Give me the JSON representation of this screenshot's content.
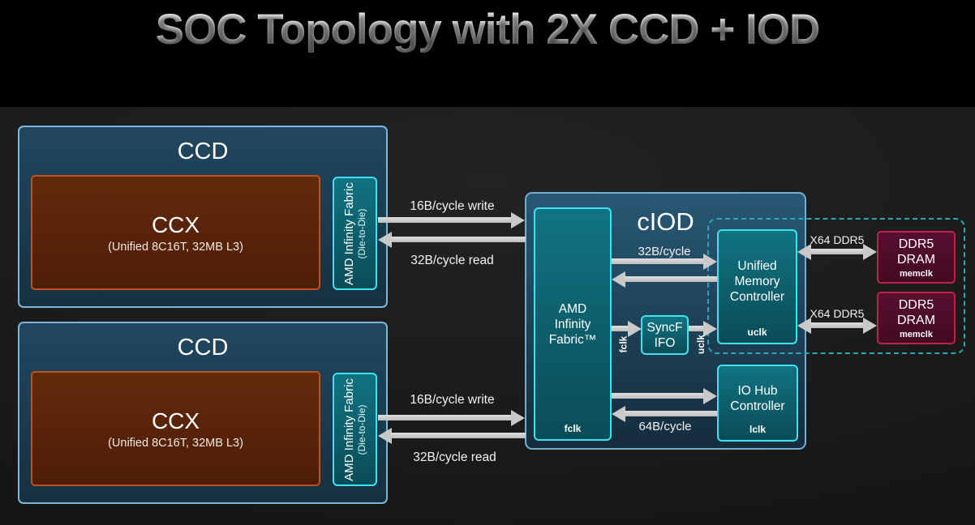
{
  "title": "SOC Topology with 2X CCD + IOD",
  "ccds": [
    {
      "label": "CCD",
      "ccx": {
        "label": "CCX",
        "sub": "(Unified 8C16T, 32MB L3)"
      },
      "fabric": {
        "label": "AMD Infinity Fabric",
        "sub": "(Die-to-Die)"
      },
      "write_label": "16B/cycle write",
      "read_label": "32B/cycle read"
    },
    {
      "label": "CCD",
      "ccx": {
        "label": "CCX",
        "sub": "(Unified 8C16T, 32MB L3)"
      },
      "fabric": {
        "label": "AMD Infinity Fabric",
        "sub": "(Die-to-Die)"
      },
      "write_label": "16B/cycle write",
      "read_label": "32B/cycle read"
    }
  ],
  "ciod": {
    "label": "cIOD",
    "fabric": {
      "line1": "AMD",
      "line2": "Infinity",
      "line3": "Fabric™",
      "clock": "fclk"
    },
    "syncfifo": {
      "line1": "SyncF",
      "line2": "IFO"
    },
    "umc": {
      "line1": "Unified",
      "line2": "Memory",
      "line3": "Controller",
      "clock": "uclk"
    },
    "iohub": {
      "line1": "IO Hub",
      "line2": "Controller",
      "clock": "lclk"
    },
    "umc_link_label": "32B/cycle",
    "iohub_link_label": "64B/cycle",
    "fclk_label": "fclk",
    "uclk_label": "uclk"
  },
  "memory": {
    "link_label": "X64 DDR5",
    "modules": [
      {
        "line1": "DDR5",
        "line2": "DRAM",
        "clock": "memclk"
      },
      {
        "line1": "DDR5",
        "line2": "DRAM",
        "clock": "memclk"
      }
    ]
  },
  "colors": {
    "title_band": "#000000",
    "stage_background": "#1a1a1a",
    "ccd_border": "#7cb6da",
    "ccd_fill": "#1b3c50",
    "ccx_border": "#c0511a",
    "ccx_fill": "#58230a",
    "teal_border": "#3ce3f2",
    "teal_fill": "#0d5560",
    "ciod_border": "#6fb0d4",
    "ciod_fill": "#1d3e54",
    "dram_border": "#c32049",
    "dram_fill": "#4e0d29",
    "dashed_border": "#2ba7b8",
    "arrow": "#c9c9c9"
  }
}
